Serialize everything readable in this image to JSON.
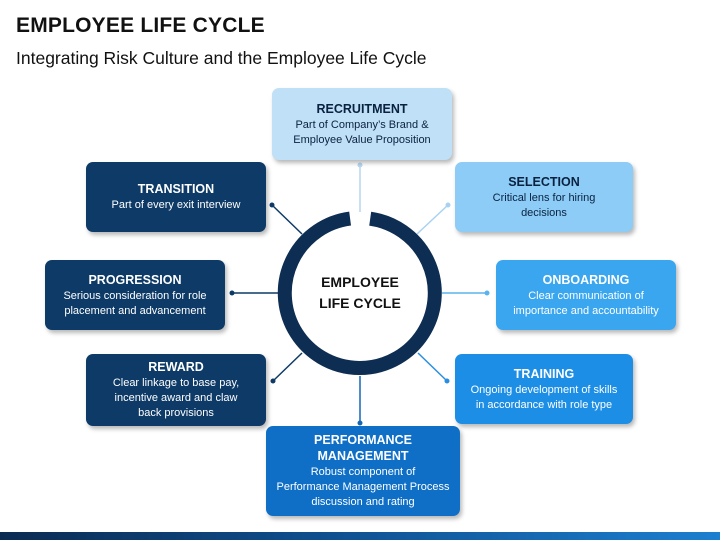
{
  "title": "EMPLOYEE LIFE CYCLE",
  "subtitle": "Integrating Risk Culture and the Employee Life Cycle",
  "center": {
    "line1": "EMPLOYEE",
    "line2": "LIFE CYCLE"
  },
  "stages": {
    "recruitment": {
      "title": "RECRUITMENT",
      "desc1": "Part of Company’s Brand &",
      "desc2": "Employee Value Proposition"
    },
    "selection": {
      "title": "SELECTION",
      "desc1": "Critical lens for hiring",
      "desc2": "decisions"
    },
    "onboarding": {
      "title": "ONBOARDING",
      "desc1": "Clear communication of",
      "desc2": "importance and accountability"
    },
    "training": {
      "title": "TRAINING",
      "desc1": "Ongoing development of skills",
      "desc2": "in accordance with role type"
    },
    "performance": {
      "title": "PERFORMANCE MANAGEMENT",
      "desc1": "Robust component of",
      "desc2": "Performance Management Process",
      "desc3": "discussion and rating"
    },
    "reward": {
      "title": "REWARD",
      "desc1": "Clear linkage to base pay,",
      "desc2": "incentive award and claw",
      "desc3": "back provisions"
    },
    "progression": {
      "title": "PROGRESSION",
      "desc1": "Serious consideration for role",
      "desc2": "placement and advancement"
    },
    "transition": {
      "title": "TRANSITION",
      "desc1": "Part of every exit interview"
    }
  },
  "colors": {
    "dark_navy": "#0d3a67",
    "light_blue": "#bfe0f6",
    "sky_blue": "#8cccf6",
    "mid_blue": "#3aa6f0",
    "blue": "#1d8ee6",
    "deep_blue": "#0f6fc7",
    "ring": "#0d2d52"
  }
}
